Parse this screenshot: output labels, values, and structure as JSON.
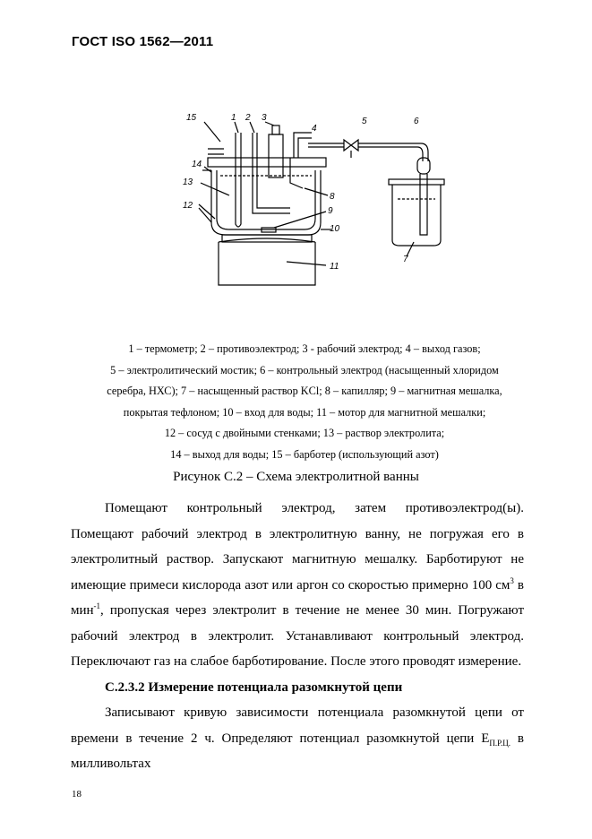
{
  "header": {
    "doc_id": "ГОСТ ISO 1562—2011"
  },
  "figure": {
    "labels": [
      "1",
      "2",
      "3",
      "4",
      "5",
      "6",
      "7",
      "8",
      "9",
      "10",
      "11",
      "12",
      "13",
      "14",
      "15"
    ]
  },
  "legend": {
    "lines": [
      "1 – термометр; 2 –  противоэлектрод; 3  -  рабочий электрод; 4 – выход газов;",
      "5 – электролитический мостик; 6 – контрольный электрод (насыщенный хлоридом",
      "серебра, НХС); 7 – насыщенный раствор KCl; 8 – капилляр; 9 – магнитная мешалка,",
      "покрытая тефлоном; 10 – вход для воды; 11 – мотор для магнитной мешалки;",
      "12 – сосуд с двойными стенками; 13 – раствор электролита;",
      "14 – выход для воды; 15 – барботер (использующий азот)"
    ]
  },
  "caption": "Рисунок С.2 – Схема электролитной ванны",
  "paragraph1": {
    "part1": "Помещают контрольный электрод, затем противоэлектрод(ы). Помещают рабочий электрод в электролитную ванну, не погружая его в электролитный раствор. Запускают магнитную мешалку. Барботируют не имеющие примеси кислорода азот или аргон со скоростью примерно 100 см",
    "sup1": "3",
    "part2": " в мин",
    "sup2": "-1",
    "part3": ", пропуская через электролит в течение не менее 30 мин. Погружают рабочий электрод в электролит. Устанавливают контрольный электрод. Переключают газ на слабое барботирование. После этого проводят измерение."
  },
  "section_heading": "С.2.3.2 Измерение потенциала разомкнутой цепи",
  "paragraph2": {
    "part1": "Записывают кривую зависимости потенциала разомкнутой цепи от  времени в течение 2 ч. Определяют потенциал разомкнутой цепи Е",
    "sub": "П.Р.Ц.",
    "part2": " в милливольтах"
  },
  "page_number": "18"
}
